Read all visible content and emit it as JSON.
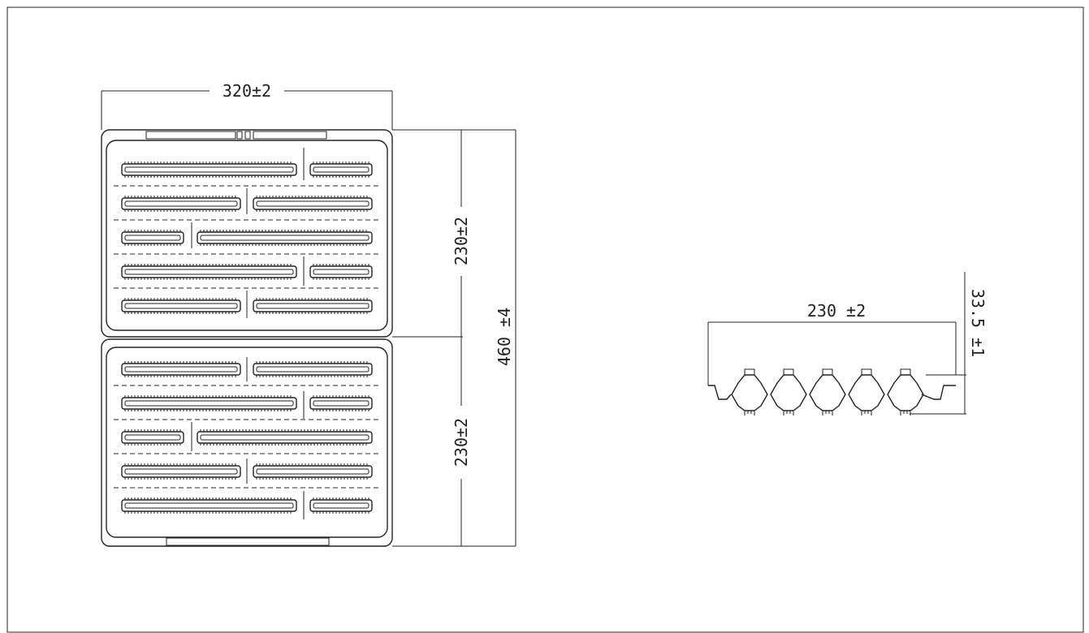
{
  "drawing": {
    "top_view": {
      "width_label": "320±2",
      "upper_height_label": "230±2",
      "lower_height_label": "230±2",
      "total_height_label": "460  ±4",
      "tray_rows": 5
    },
    "side_view": {
      "width_label": "230  ±2",
      "height_label": "33.5  ±1",
      "pocket_count": 5
    },
    "colors": {
      "line": "#222222",
      "paper": "#ffffff"
    }
  }
}
